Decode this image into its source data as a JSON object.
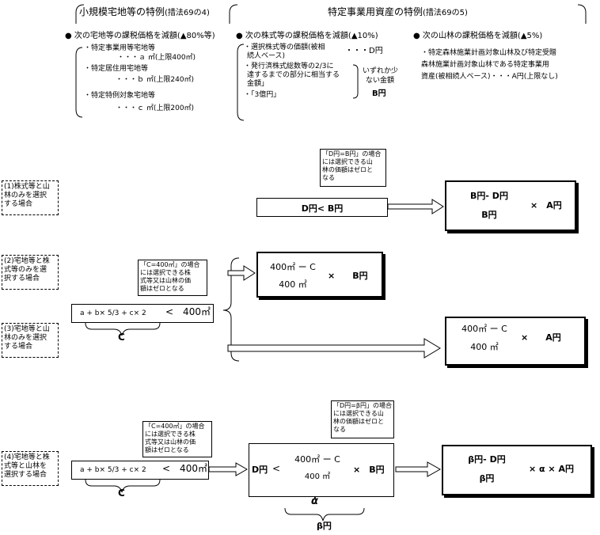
{
  "header": {
    "left_title": "小規模宅地等の特例",
    "left_title_ref": "(措法69の4)",
    "right_title": "特定事業用資産の特例",
    "right_title_ref": "(措法69の5)"
  },
  "bullets": {
    "mark": "●",
    "land": {
      "head": "次の宅地等の課税価格を減額(▲80%等)",
      "items": [
        {
          "label": "・特定事業用等宅地等",
          "value": "・・・ａ ㎡(上限400㎡)"
        },
        {
          "label": "・特定居住用宅地等",
          "value": "・・・ｂ ㎡(上限240㎡)"
        },
        {
          "label": "・特定特例対象宅地等",
          "value": "・・・ｃ ㎡(上限200㎡)"
        }
      ]
    },
    "stock": {
      "head": "次の株式等の課税価格を減額(▲10%)",
      "item1_line1": "・選択株式等の価額(被相",
      "item1_line2": "続人ベース)",
      "item1_value": "・・・D円",
      "item2_line1": "・発行済株式総数等の2/3に",
      "item2_line2": "達するまでの部分に相当する",
      "item2_line3": "金額」",
      "item3": "・「3億円」",
      "lesser_line1": "いずれか少",
      "lesser_line2": "ない金額",
      "lesser_value": "B円"
    },
    "forest": {
      "head": "次の山林の課税価格を減額(▲5%)",
      "line1": "・特定森林施業計画対象山林及び特定受贈",
      "line2": "森林施業計画対象山林である特定事業用",
      "line3": "資産(被相続人ベース)・・・A円(上限なし)"
    }
  },
  "notes": {
    "note1": [
      "「D円=B円」の場合",
      "には選択できる山",
      "林の価額はゼロと",
      "なる"
    ],
    "note2": [
      "「C=400㎡」の場合",
      "には選択できる株",
      "式等又は山林の価",
      "額はゼロとなる"
    ],
    "note3": [
      "「C=400㎡」の場合",
      "には選択できる株",
      "式等又は山林の価",
      "額はゼロとなる"
    ],
    "note4": [
      "「D円=β円」の場合",
      "には選択できる山",
      "林の価額はゼロと",
      "なる"
    ]
  },
  "cases": {
    "case1": [
      "(1)株式等と山",
      "林のみを選択",
      "する場合"
    ],
    "case2": [
      "(2)宅地等と株",
      "式等のみを選",
      "択する場合"
    ],
    "case3": [
      "(3)宅地等と山",
      "林のみを選択",
      "する場合"
    ],
    "case4": [
      "(4)宅地等と株",
      "式等と山林を",
      "選択する場合"
    ]
  },
  "formulas": {
    "d_less_b": "D円< B円",
    "f1_num": "B円- D円",
    "f1_den": "B円",
    "times_a": "×　A円",
    "sum_expr": "a + b× 5/3 + c× 2",
    "less_400": "<　400㎡",
    "c_label": "C",
    "f2_num": "400㎡ ー C",
    "f2_den": "400 ㎡",
    "times_b": "×　　B円",
    "f3_num": "400㎡ ー C",
    "f3_den": "400 ㎡",
    "f3_times_a": "×　　A円",
    "f4_d": "D円",
    "f4_lt": "<",
    "f4_num": "400㎡ ー C",
    "f4_den": "400 ㎡",
    "f4_times_b": "×　B円",
    "alpha": "α",
    "beta": "β円",
    "f5_num": "β円- D円",
    "f5_den": "β円",
    "f5_tail": "× α × A円"
  }
}
